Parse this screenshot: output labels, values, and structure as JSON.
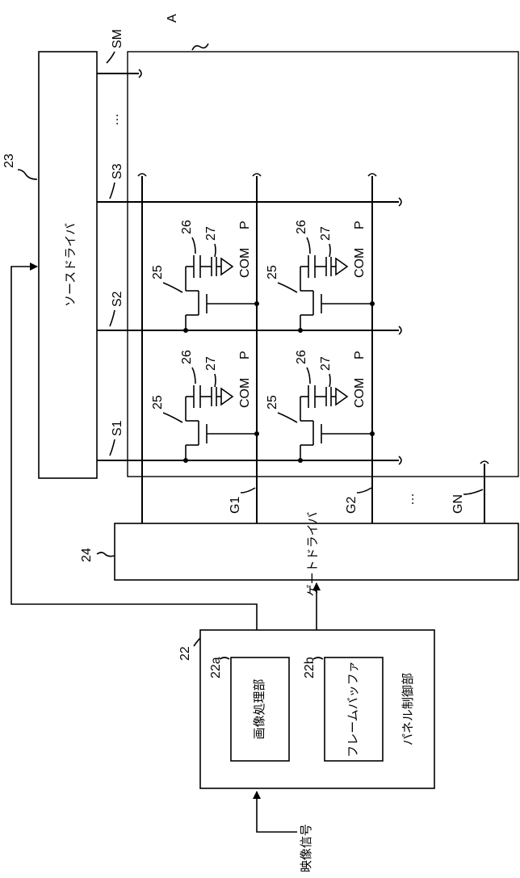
{
  "labels": {
    "panel": "A",
    "source_driver_ref": "23",
    "source_driver": "ソースドライバ",
    "gate_driver_ref": "24",
    "gate_driver": "ゲートドライバ",
    "panel_controller_ref": "22",
    "panel_controller": "パネル制御部",
    "image_proc_ref": "22a",
    "image_proc": "画像処理部",
    "frame_buffer_ref": "22b",
    "frame_buffer": "フレームバッファ",
    "video_signal": "映像信号",
    "tft_ref": "25",
    "cap_ref_26": "26",
    "cap_ref_27": "27",
    "com": "COM",
    "pixel": "P",
    "source_lines": [
      "S1",
      "S2",
      "S3",
      "SM"
    ],
    "gate_lines": [
      "G1",
      "G2",
      "GN"
    ],
    "ellipsis": "…"
  }
}
